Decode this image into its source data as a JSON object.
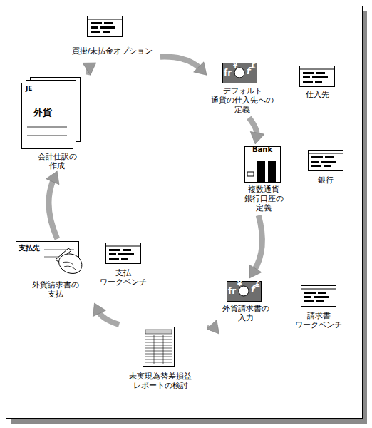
{
  "diagram": {
    "nodes": [
      {
        "text": [
          "買掛/未払金オプション"
        ]
      },
      {
        "text": [
          "fr",
          "¥",
          "f",
          "£",
          "デフォルト 通貨の仕入先への 定義"
        ]
      },
      {
        "text": [
          "Bank",
          "複数通貨 銀行口座の 定義"
        ]
      },
      {
        "text": [
          "fr",
          "¥",
          "f",
          "£",
          "外貨請求書の 入力"
        ]
      },
      {
        "text": [
          "未実現為替差損益 レポートの検討"
        ]
      },
      {
        "text": [
          "支払先",
          "外貨請求書の 支払"
        ]
      },
      {
        "text": [
          "JE",
          "外貨",
          "会計仕訳の 作成"
        ]
      }
    ],
    "edges": [
      {
        "from": 0,
        "to": 1,
        "arrow": "to"
      },
      {
        "from": 1,
        "to": 2,
        "arrow": "to"
      },
      {
        "from": 2,
        "to": 3,
        "arrow": "to"
      },
      {
        "from": 3,
        "to": 4,
        "arrow": "to"
      },
      {
        "from": 4,
        "to": 5,
        "arrow": "to"
      },
      {
        "from": 5,
        "to": 6,
        "arrow": "to"
      },
      {
        "from": 6,
        "to": 0,
        "arrow": "to"
      }
    ],
    "labels": [
      "仕入先",
      "銀行",
      "請求書 ワークベンチ",
      "支払 ワークベンチ"
    ]
  }
}
